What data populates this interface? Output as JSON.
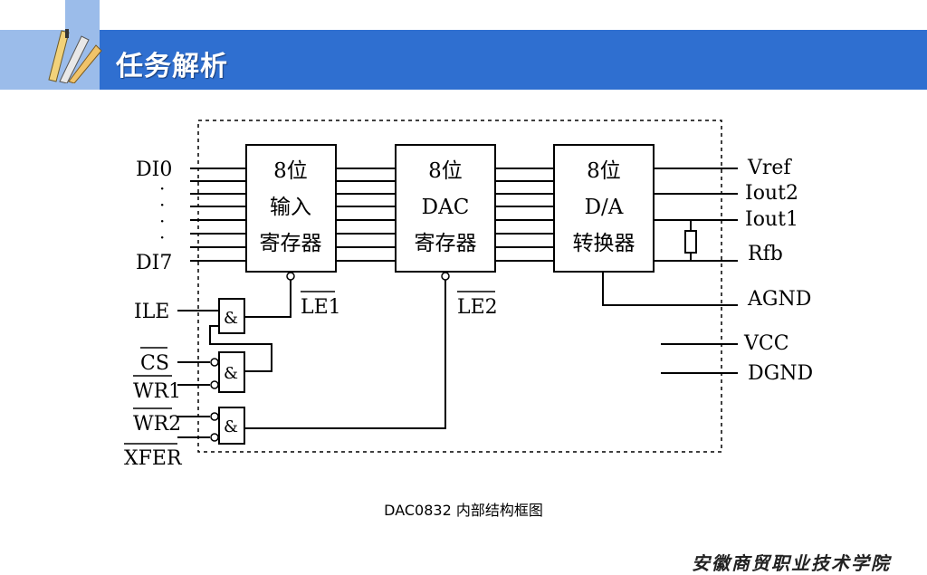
{
  "header": {
    "title": "任务解析"
  },
  "diagram": {
    "blocks": [
      {
        "lines": [
          "8位",
          "输入",
          "寄存器"
        ]
      },
      {
        "lines": [
          "8位",
          "DAC",
          "寄存器"
        ]
      },
      {
        "lines": [
          "8位",
          "D/A",
          "转换器"
        ]
      }
    ],
    "inputs": {
      "di0": "DI0",
      "di7": "DI7",
      "ile": "ILE",
      "cs": "CS",
      "wr1": "WR1",
      "wr2": "WR2",
      "xfer": "XFER"
    },
    "internal": {
      "le1": "LE1",
      "le2": "LE2"
    },
    "outputs": {
      "vref": "Vref",
      "iout2": "Iout2",
      "iout1": "Iout1",
      "rfb": "Rfb",
      "agnd": "AGND",
      "vcc": "VCC",
      "dgnd": "DGND"
    },
    "gate_symbol": "&"
  },
  "caption": "DAC0832 内部结构框图",
  "footer": {
    "logo_text": "安徽商贸职业技术学院"
  }
}
